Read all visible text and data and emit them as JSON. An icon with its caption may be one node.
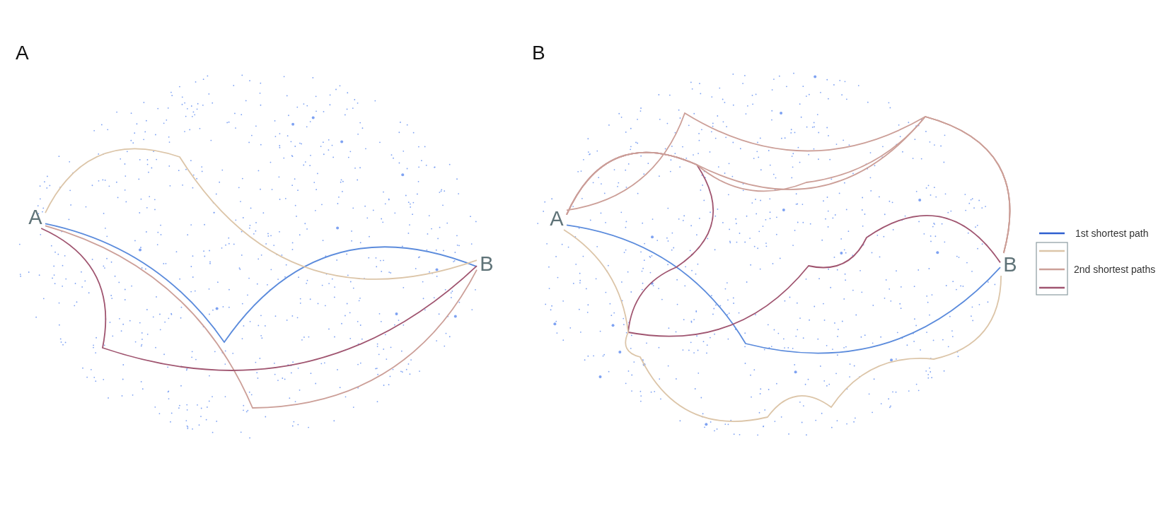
{
  "diagram": {
    "nodes": [
      {
        "text": [
          "A"
        ]
      },
      {
        "text": [
          "B"
        ]
      },
      {
        "text": [
          "A"
        ]
      },
      {
        "text": [
          "B"
        ]
      }
    ],
    "edges": [
      {
        "from": 0,
        "to": 1,
        "arrow": "none",
        "color": "#5b8bdc"
      },
      {
        "from": 0,
        "to": 1,
        "arrow": "none",
        "color": "#dcc5a8"
      },
      {
        "from": 0,
        "to": 1,
        "arrow": "none",
        "color": "#cc9f98"
      },
      {
        "from": 0,
        "to": 1,
        "arrow": "none",
        "color": "#a05570"
      },
      {
        "from": 2,
        "to": 3,
        "arrow": "none",
        "color": "#5b8bdc"
      },
      {
        "from": 2,
        "to": 3,
        "arrow": "none",
        "color": "#a05570"
      },
      {
        "from": 2,
        "to": 3,
        "arrow": "none",
        "color": "#cc9f98"
      },
      {
        "from": 2,
        "to": 3,
        "arrow": "none",
        "color": "#cc9f98"
      },
      {
        "from": 2,
        "to": 3,
        "arrow": "none",
        "color": "#cc9f98"
      },
      {
        "from": 2,
        "to": 3,
        "arrow": "none",
        "color": "#dcc5a8"
      }
    ],
    "labels": [
      "A",
      "B"
    ],
    "legend": [
      {
        "text": "1st shortest path"
      },
      {
        "text": "2nd shortest paths"
      }
    ]
  }
}
